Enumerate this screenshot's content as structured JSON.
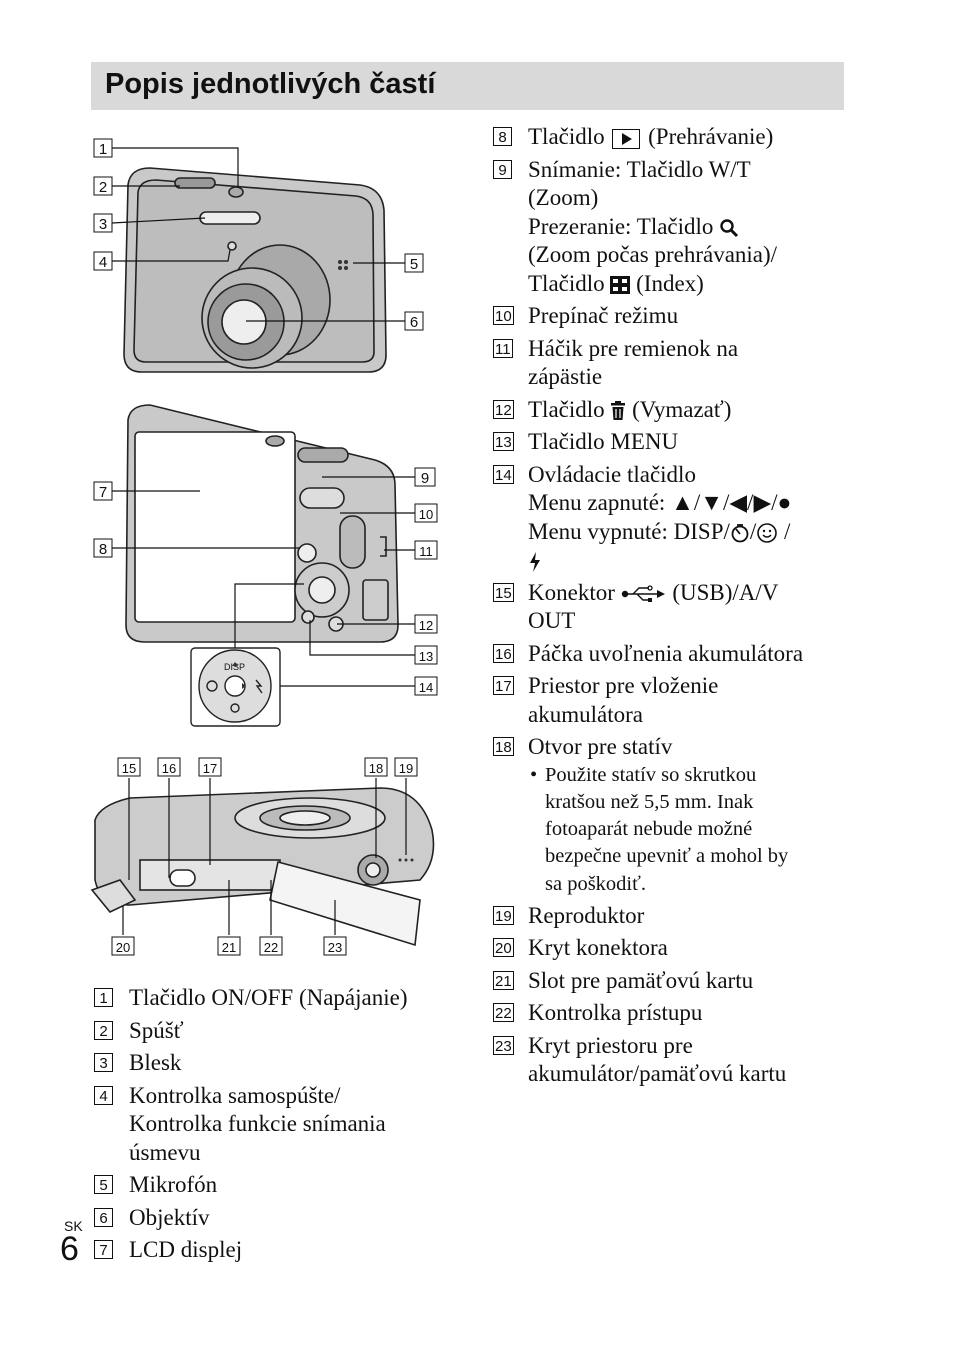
{
  "page": {
    "title": "Popis jednotlivých častí",
    "lang_code": "SK",
    "page_number": "6"
  },
  "figure": {
    "callouts": [
      "1",
      "2",
      "3",
      "4",
      "5",
      "6",
      "7",
      "8",
      "9",
      "10",
      "11",
      "12",
      "13",
      "14",
      "15",
      "16",
      "17",
      "18",
      "19",
      "20",
      "21",
      "22",
      "23"
    ],
    "dial_label": "DISP"
  },
  "left_list": [
    {
      "num": "1",
      "lines": [
        "Tlačidlo ON/OFF (Napájanie)"
      ]
    },
    {
      "num": "2",
      "lines": [
        "Spúšť"
      ]
    },
    {
      "num": "3",
      "lines": [
        "Blesk"
      ]
    },
    {
      "num": "4",
      "lines": [
        "Kontrolka samospúšte/",
        "Kontrolka funkcie snímania",
        "úsmevu"
      ]
    },
    {
      "num": "5",
      "lines": [
        "Mikrofón"
      ]
    },
    {
      "num": "6",
      "lines": [
        "Objektív"
      ]
    },
    {
      "num": "7",
      "lines": [
        "LCD displej"
      ]
    }
  ],
  "right_list": {
    "i8": {
      "num": "8",
      "pre": "Tlačidlo",
      "post": "(Prehrávanie)"
    },
    "i9": {
      "num": "9",
      "l1": "Snímanie: Tlačidlo W/T",
      "l2": "(Zoom)",
      "l3": "Prezeranie: Tlačidlo",
      "l4": "(Zoom počas prehrávania)/",
      "l5_pre": "Tlačidlo",
      "l5_post": "(Index)"
    },
    "i10": {
      "num": "10",
      "text": "Prepínač režimu"
    },
    "i11": {
      "num": "11",
      "l1": "Háčik pre remienok na",
      "l2": "zápästie"
    },
    "i12": {
      "num": "12",
      "pre": "Tlačidlo",
      "post": "(Vymazať)"
    },
    "i13": {
      "num": "13",
      "text": "Tlačidlo MENU"
    },
    "i14": {
      "num": "14",
      "l1": "Ovládacie tlačidlo",
      "l2": "Menu zapnuté: ▲/▼/◀/▶/●",
      "l3_pre": "Menu vypnuté: DISP/",
      "l3_sep": "/",
      "l3_post": " /"
    },
    "i15": {
      "num": "15",
      "pre": "Konektor",
      "post": "(USB)/A/V",
      "l2": "OUT"
    },
    "i16": {
      "num": "16",
      "text": "Páčka uvoľnenia akumulátora"
    },
    "i17": {
      "num": "17",
      "l1": "Priestor pre vloženie",
      "l2": "akumulátora"
    },
    "i18": {
      "num": "18",
      "text": "Otvor pre statív",
      "bullet": [
        "Použite statív so skrutkou",
        "kratšou než 5,5 mm. Inak",
        "fotoaparát nebude možné",
        "bezpečne upevniť a mohol by",
        "sa poškodiť."
      ]
    },
    "i19": {
      "num": "19",
      "text": "Reproduktor"
    },
    "i20": {
      "num": "20",
      "text": "Kryt konektora"
    },
    "i21": {
      "num": "21",
      "text": "Slot pre pamäťovú kartu"
    },
    "i22": {
      "num": "22",
      "text": "Kontrolka prístupu"
    },
    "i23": {
      "num": "23",
      "l1": "Kryt priestoru pre",
      "l2": "akumulátor/pamäťovú kartu"
    }
  }
}
